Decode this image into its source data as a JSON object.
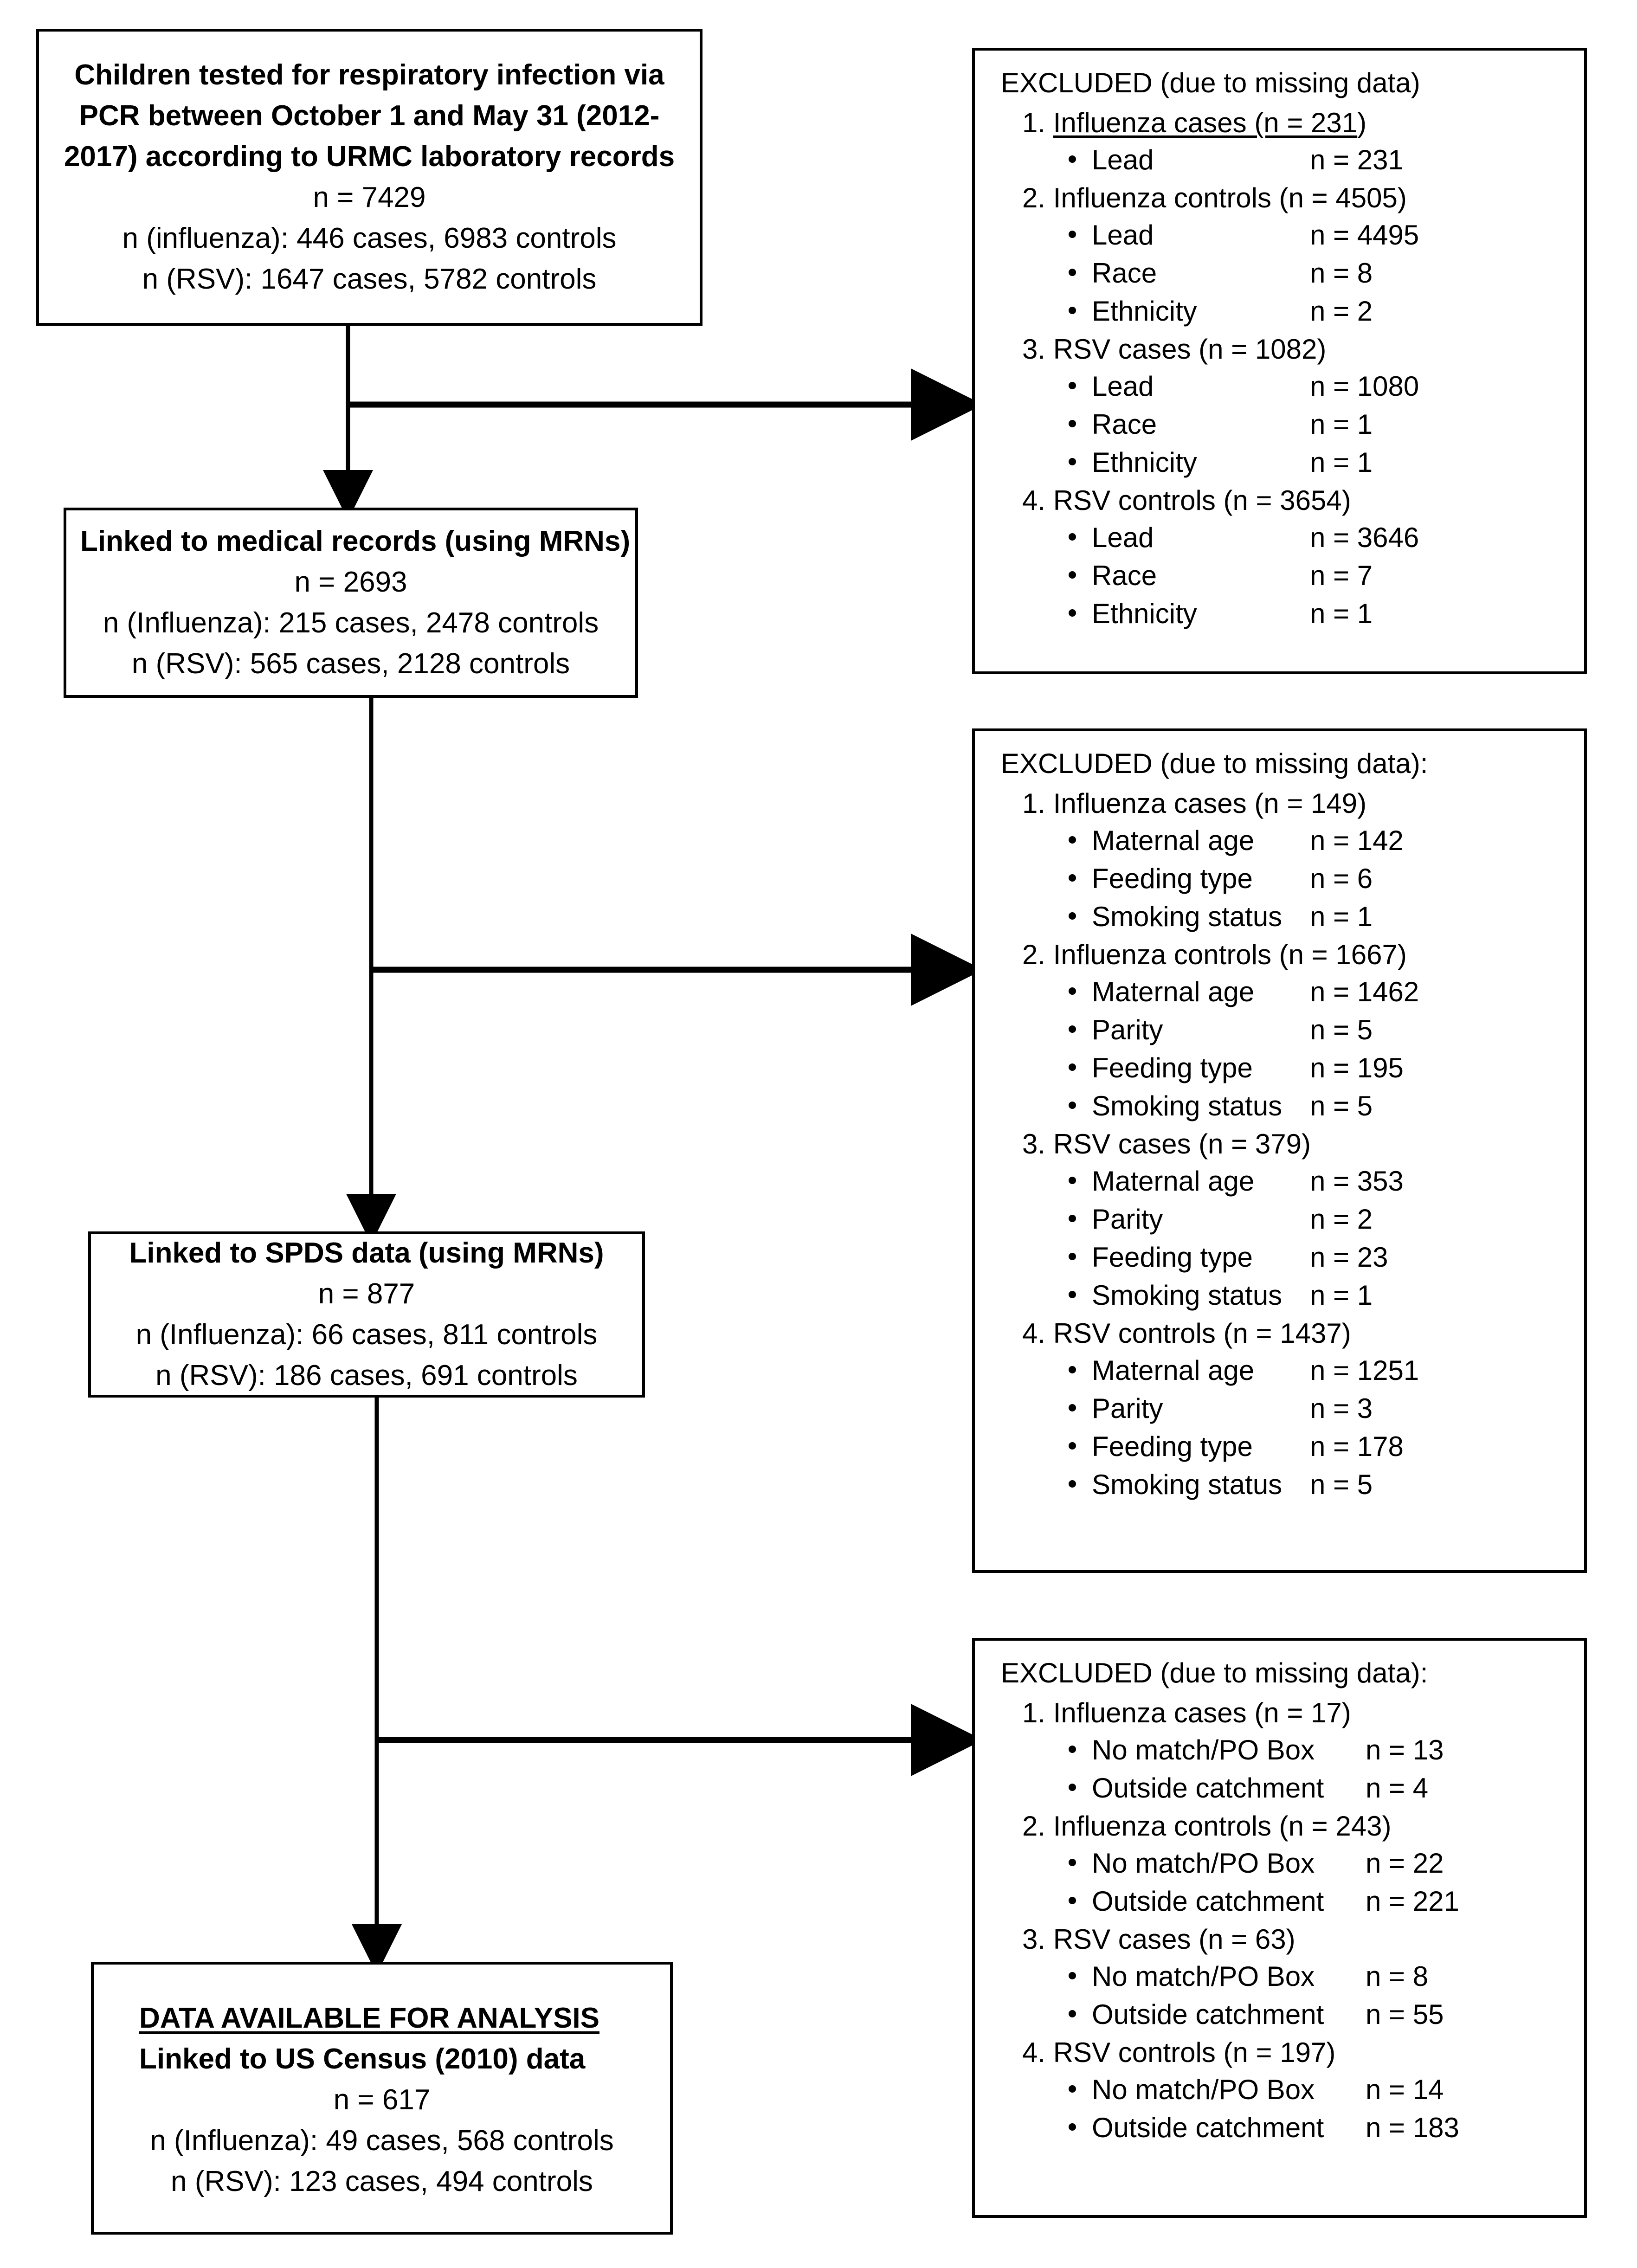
{
  "figure": {
    "type": "flowchart",
    "orientation": "top-to-bottom with right-side exclusion callouts"
  },
  "flow_boxes": [
    {
      "id": "source-population",
      "lines": [
        {
          "text": "Children tested for respiratory infection via",
          "bold": true
        },
        {
          "text": "PCR between October 1 and May 31 (2012-",
          "bold": true
        },
        {
          "text": "2017) according to URMC laboratory records",
          "bold": true
        },
        {
          "text": "n = 7429",
          "bold": false
        },
        {
          "text": "n (influenza): 446 cases, 6983 controls",
          "bold": false
        },
        {
          "text": "n (RSV): 1647 cases, 5782 controls",
          "bold": false
        }
      ]
    },
    {
      "id": "linked-medical-records",
      "lines": [
        {
          "text": "Linked to medical records (using MRNs)",
          "bold": true
        },
        {
          "text": "n = 2693",
          "bold": false
        },
        {
          "text": "n (Influenza): 215 cases, 2478 controls",
          "bold": false
        },
        {
          "text": "n (RSV): 565 cases, 2128 controls",
          "bold": false
        }
      ]
    },
    {
      "id": "linked-spds-data",
      "lines": [
        {
          "text": "Linked to SPDS data (using MRNs)",
          "bold": true
        },
        {
          "text": "n = 877",
          "bold": false
        },
        {
          "text": "n (Influenza): 66 cases, 811 controls",
          "bold": false
        },
        {
          "text": "n (RSV): 186 cases, 691 controls",
          "bold": false
        }
      ]
    },
    {
      "id": "data-available-for-analysis",
      "lines": [
        {
          "text": "DATA AVAILABLE FOR ANALYSIS",
          "bold": true,
          "underline": true
        },
        {
          "text": "Linked to US Census (2010) data",
          "bold": true
        },
        {
          "text": "n = 617",
          "bold": false
        },
        {
          "text": "n (Influenza): 49 cases, 568 controls",
          "bold": false
        },
        {
          "text": "n (RSV): 123 cases, 494 controls",
          "bold": false
        }
      ]
    }
  ],
  "excluded_boxes": [
    {
      "id": "excluded-1",
      "title": "EXCLUDED (due to missing data)",
      "groups": [
        {
          "number": "1.",
          "label": "Influenza cases (n = 231)",
          "underline_part": "Influenza cases (n = 231",
          "underlined": true,
          "items": [
            {
              "label": "Lead",
              "n": "n = 231"
            }
          ]
        },
        {
          "number": "2.",
          "label": "Influenza controls (n = 4505)",
          "underlined": false,
          "items": [
            {
              "label": "Lead",
              "n": "n = 4495"
            },
            {
              "label": "Race",
              "n": "n = 8"
            },
            {
              "label": "Ethnicity",
              "n": "n = 2"
            }
          ]
        },
        {
          "number": "3.",
          "label": "RSV cases (n = 1082)",
          "underlined": false,
          "items": [
            {
              "label": "Lead",
              "n": "n = 1080"
            },
            {
              "label": "Race",
              "n": "n = 1"
            },
            {
              "label": "Ethnicity",
              "n": "n = 1"
            }
          ]
        },
        {
          "number": "4.",
          "label": "RSV controls (n = 3654)",
          "underlined": false,
          "items": [
            {
              "label": "Lead",
              "n": "n = 3646"
            },
            {
              "label": "Race",
              "n": "n = 7"
            },
            {
              "label": "Ethnicity",
              "n": "n = 1"
            }
          ]
        }
      ]
    },
    {
      "id": "excluded-2",
      "title": "EXCLUDED (due to missing data):",
      "groups": [
        {
          "number": "1.",
          "label": "Influenza cases (n = 149)",
          "underlined": false,
          "items": [
            {
              "label": "Maternal age",
              "n": "n = 142"
            },
            {
              "label": "Feeding type",
              "n": "n = 6"
            },
            {
              "label": "Smoking status",
              "n": "n = 1"
            }
          ]
        },
        {
          "number": "2.",
          "label": "Influenza controls (n = 1667)",
          "underlined": false,
          "items": [
            {
              "label": "Maternal age",
              "n": "n = 1462"
            },
            {
              "label": "Parity",
              "n": "n = 5"
            },
            {
              "label": "Feeding type",
              "n": "n = 195"
            },
            {
              "label": "Smoking status",
              "n": "n = 5"
            }
          ]
        },
        {
          "number": "3.",
          "label": "RSV cases (n = 379)",
          "underlined": false,
          "items": [
            {
              "label": "Maternal age",
              "n": "n = 353"
            },
            {
              "label": "Parity",
              "n": "n = 2"
            },
            {
              "label": "Feeding type",
              "n": "n = 23"
            },
            {
              "label": "Smoking status",
              "n": "n = 1"
            }
          ]
        },
        {
          "number": "4.",
          "label": "RSV controls (n = 1437)",
          "underlined": false,
          "items": [
            {
              "label": "Maternal age",
              "n": "n = 1251"
            },
            {
              "label": "Parity",
              "n": "n = 3"
            },
            {
              "label": "Feeding type",
              "n": "n = 178"
            },
            {
              "label": "Smoking status",
              "n": "n = 5"
            }
          ]
        }
      ]
    },
    {
      "id": "excluded-3",
      "title": "EXCLUDED (due to missing data):",
      "groups": [
        {
          "number": "1.",
          "label": "Influenza cases (n = 17)",
          "underlined": false,
          "items": [
            {
              "label": "No match/PO Box",
              "n": "n = 13"
            },
            {
              "label": "Outside catchment",
              "n": "n = 4"
            }
          ]
        },
        {
          "number": "2.",
          "label": "Influenza controls (n = 243)",
          "underlined": false,
          "items": [
            {
              "label": "No match/PO Box",
              "n": "n = 22"
            },
            {
              "label": "Outside catchment",
              "n": "n = 221"
            }
          ]
        },
        {
          "number": "3.",
          "label": "RSV cases (n = 63)",
          "underlined": false,
          "items": [
            {
              "label": "No match/PO Box",
              "n": "n = 8"
            },
            {
              "label": "Outside catchment",
              "n": "n = 55"
            }
          ]
        },
        {
          "number": "4.",
          "label": "RSV controls (n = 197)",
          "underlined": false,
          "items": [
            {
              "label": "No match/PO Box",
              "n": "n = 14"
            },
            {
              "label": "Outside catchment",
              "n": "n = 183"
            }
          ]
        }
      ]
    }
  ],
  "colors": {
    "stroke": "#000000",
    "background": "#ffffff"
  }
}
